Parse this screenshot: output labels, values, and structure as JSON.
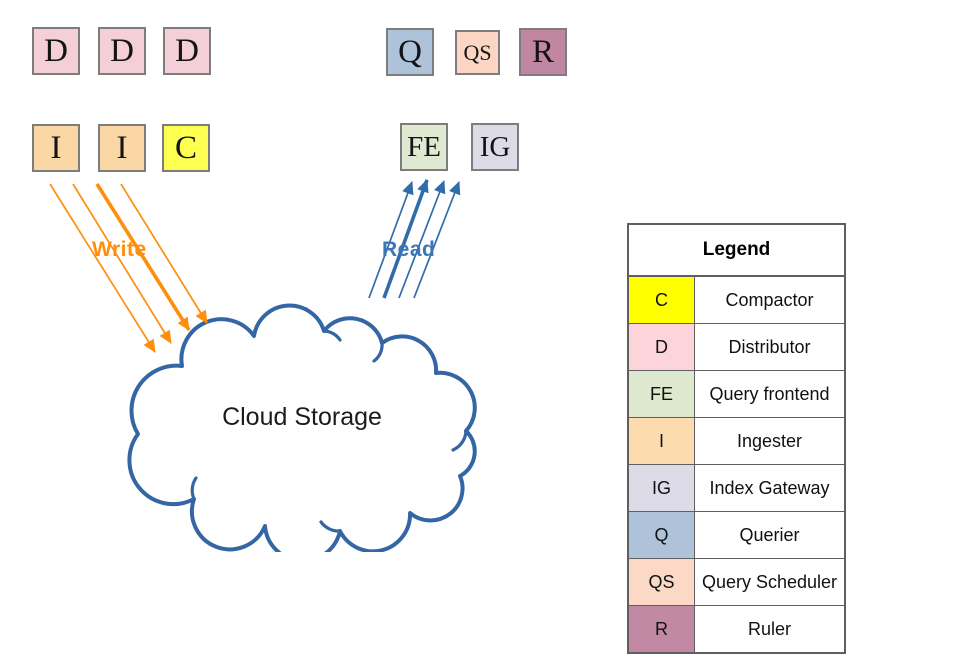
{
  "diagram": {
    "boxes": [
      {
        "label": "D",
        "color": "#f4cfd8"
      },
      {
        "label": "D",
        "color": "#f4cfd8"
      },
      {
        "label": "D",
        "color": "#f4cfd8"
      },
      {
        "label": "I",
        "color": "#fbd7a6"
      },
      {
        "label": "I",
        "color": "#fbd7a6"
      },
      {
        "label": "C",
        "color": "#fdff50"
      },
      {
        "label": "Q",
        "color": "#aec3da"
      },
      {
        "label": "QS",
        "color": "#fcd6c5"
      },
      {
        "label": "R",
        "color": "#c086a2"
      },
      {
        "label": "FE",
        "color": "#dfe9d2"
      },
      {
        "label": "IG",
        "color": "#dcdbe7"
      }
    ],
    "cloud": {
      "label": "Cloud Storage",
      "stroke_color": "#3465a4"
    },
    "write_flow": {
      "label": "Write",
      "color": "#ff8e0e",
      "label_color": "#ff8e0e"
    },
    "read_flow": {
      "label": "Read",
      "color": "#2f6cab",
      "label_color": "#3c76b8"
    }
  },
  "legend": {
    "title": "Legend",
    "rows": [
      {
        "key": "C",
        "label": "Compactor",
        "color": "#ffff00"
      },
      {
        "key": "D",
        "label": "Distributor",
        "color": "#fbd5da"
      },
      {
        "key": "FE",
        "label": "Query frontend",
        "color": "#dde8cf"
      },
      {
        "key": "I",
        "label": "Ingester",
        "color": "#fcdcae"
      },
      {
        "key": "IG",
        "label": "Index Gateway",
        "color": "#dcdbe7"
      },
      {
        "key": "Q",
        "label": "Querier",
        "color": "#aec3da"
      },
      {
        "key": "QS",
        "label": "Query Scheduler",
        "color": "#fcd8c6"
      },
      {
        "key": "R",
        "label": "Ruler",
        "color": "#c189a3"
      }
    ]
  }
}
